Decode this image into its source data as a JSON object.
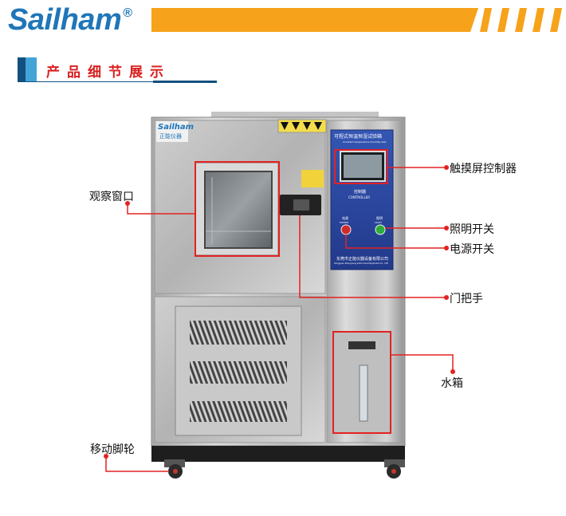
{
  "brand": {
    "logo_text": "Sailham",
    "registered_mark": "®",
    "color": "#1f76b8",
    "accent_color": "#f7a21b"
  },
  "section": {
    "title": "产品细节展示",
    "title_color": "#d91e1e"
  },
  "machine": {
    "badge_brand": "Sailham",
    "badge_cn": "正能仪器",
    "panel_title": "可程式恒温恒湿试验箱",
    "panel_subtitle": "Constant temperature humidity test",
    "controller_cn": "控制器",
    "controller_en": "CONTROLLER",
    "power_label": "电源",
    "power_en": "POWER",
    "light_label": "照明",
    "light_en": "LIGHT",
    "company_cn": "东莞市正能仪器设备有限公司",
    "company_en": "Dongguan Zhengneng Instrument Equipment Co., LTD"
  },
  "callouts": {
    "touch_controller": "触摸屏控制器",
    "light_switch": "照明开关",
    "power_switch": "电源开关",
    "door_handle": "门把手",
    "water_tank": "水箱",
    "observation_window": "观察窗口",
    "casters": "移动脚轮"
  },
  "colors": {
    "callout_line": "#e32222",
    "steel": "#c9c9c9",
    "panel_blue": "#2b4aa0"
  }
}
